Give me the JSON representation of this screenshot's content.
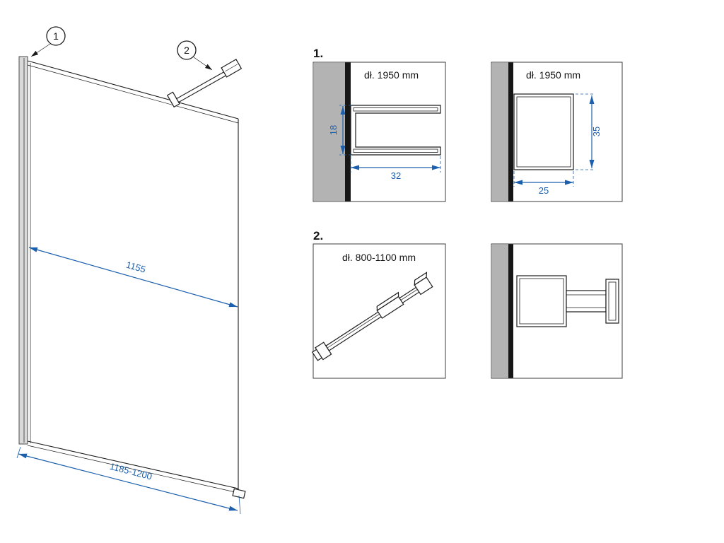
{
  "colors": {
    "dimension_blue": "#1b5fad",
    "wall_gray": "#b3b3b3",
    "profile_gray": "#d9d9d9",
    "line_black": "#1c1c1c",
    "background": "#ffffff"
  },
  "main_view": {
    "callouts": [
      {
        "label": "1"
      },
      {
        "label": "2"
      }
    ],
    "dimensions": {
      "glass_width": "1155",
      "overall_width": "1185-1200"
    }
  },
  "details": {
    "section_1": {
      "label": "1.",
      "views": [
        {
          "length_label": "dł. 1950 mm",
          "height": "18",
          "depth": "32"
        },
        {
          "length_label": "dł. 1950 mm",
          "depth": "35",
          "width": "25"
        }
      ]
    },
    "section_2": {
      "label": "2.",
      "views": [
        {
          "length_label": "dł. 800-1100 mm"
        }
      ]
    }
  }
}
